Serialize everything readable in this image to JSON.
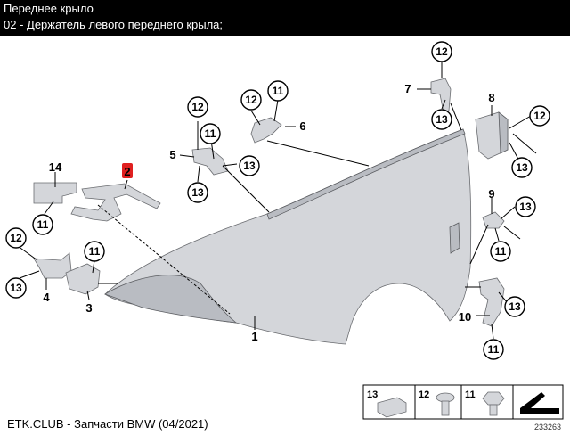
{
  "header": {
    "title": "Переднее крыло",
    "subtitle": "02 - Держатель левого переднего крыла;"
  },
  "footer": {
    "text": "ETK.CLUB - Запчасти BMW (04/2021)"
  },
  "diagram": {
    "image_number": "233263",
    "highlight_color": "#e02020",
    "callouts": [
      "12",
      "11",
      "13",
      "12",
      "11",
      "13",
      "12",
      "13",
      "12",
      "13",
      "13",
      "11",
      "11",
      "12",
      "13",
      "11",
      "13",
      "11"
    ],
    "labels": [
      "14",
      "2",
      "5",
      "6",
      "7",
      "8",
      "9",
      "10",
      "1",
      "3",
      "4"
    ],
    "legend": [
      "13",
      "12",
      "11"
    ]
  }
}
